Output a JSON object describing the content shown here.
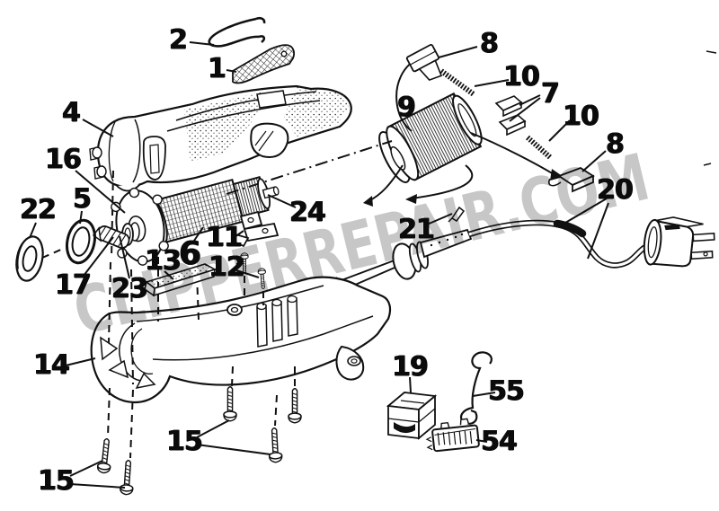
{
  "watermark": {
    "text": "CLIPPERREPAIR.COM"
  },
  "colors": {
    "ink": "#111111",
    "watermark": "#c7c7c7",
    "background": "#ffffff"
  },
  "callouts": [
    {
      "label": "2"
    },
    {
      "label": "1"
    },
    {
      "label": "4"
    },
    {
      "label": "16"
    },
    {
      "label": "5"
    },
    {
      "label": "22"
    },
    {
      "label": "17"
    },
    {
      "label": "23"
    },
    {
      "label": "13"
    },
    {
      "label": "6"
    },
    {
      "label": "11"
    },
    {
      "label": "12"
    },
    {
      "label": "24"
    },
    {
      "label": "14"
    },
    {
      "label": "15"
    },
    {
      "label": "15"
    },
    {
      "label": "9"
    },
    {
      "label": "8"
    },
    {
      "label": "10"
    },
    {
      "label": "7"
    },
    {
      "label": "10"
    },
    {
      "label": "8"
    },
    {
      "label": "20"
    },
    {
      "label": "21"
    },
    {
      "label": "19"
    },
    {
      "label": "55"
    },
    {
      "label": "54"
    }
  ]
}
